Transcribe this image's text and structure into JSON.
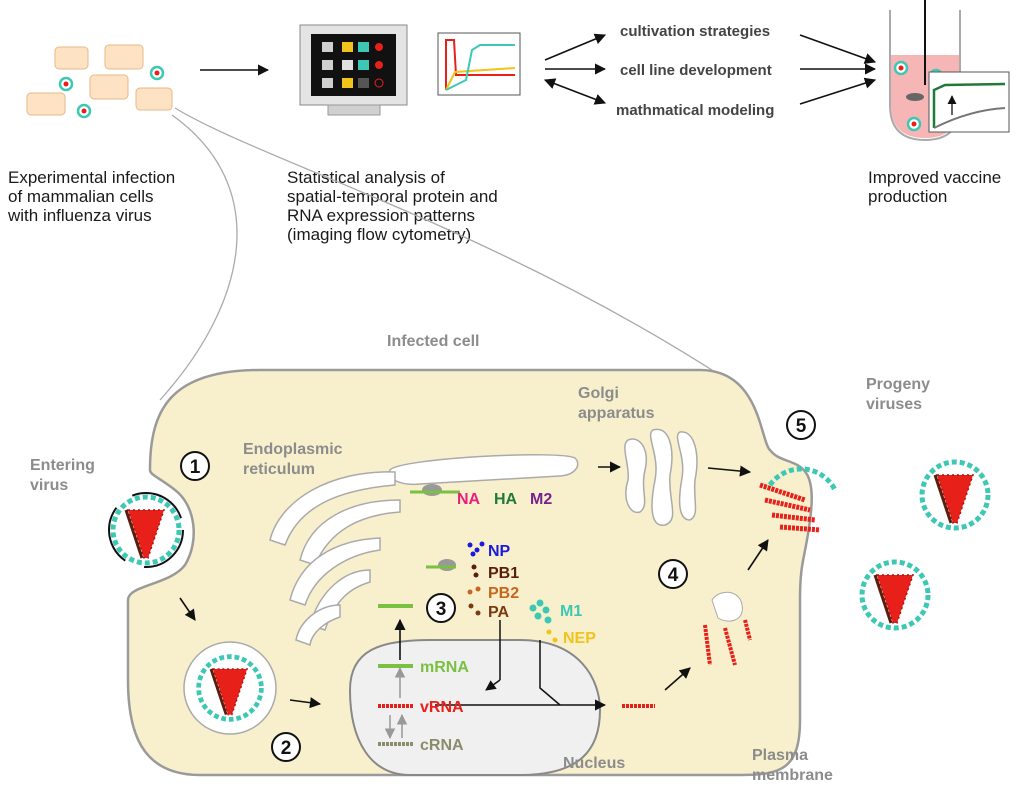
{
  "top": {
    "caption_infection": [
      "Experimental infection",
      "of mammalian cells",
      "with influenza virus"
    ],
    "caption_analysis": [
      "Statistical analysis of",
      "spatial-temporal protein and",
      "RNA expression patterns",
      "(imaging flow cytometry)"
    ],
    "caption_improved": [
      "Improved vaccine",
      "production"
    ],
    "strategies": [
      "cultivation strategies",
      "cell line development",
      "mathmatical modeling"
    ]
  },
  "cell": {
    "infected_cell": "Infected cell",
    "entering_virus": [
      "Entering",
      "virus"
    ],
    "er": [
      "Endoplasmic",
      "reticulum"
    ],
    "golgi": [
      "Golgi",
      "apparatus"
    ],
    "progeny": [
      "Progeny",
      "viruses"
    ],
    "nucleus": "Nucleus",
    "plasma_membrane": [
      "Plasma",
      "membrane"
    ]
  },
  "steps": [
    "1",
    "2",
    "3",
    "4",
    "5"
  ],
  "proteins": {
    "membrane": [
      {
        "label": "NA",
        "color": "#e8207a"
      },
      {
        "label": "HA",
        "color": "#1f7a3a"
      },
      {
        "label": "M2",
        "color": "#7a1f8c"
      }
    ],
    "np": {
      "label": "NP",
      "color": "#1a1adc"
    },
    "pb1": {
      "label": "PB1",
      "color": "#5a1e0e"
    },
    "pb2": {
      "label": "PB2",
      "color": "#c8661e"
    },
    "pa": {
      "label": "PA",
      "color": "#7a3a12"
    },
    "m1": {
      "label": "M1",
      "color": "#3cc8b4"
    },
    "nep": {
      "label": "NEP",
      "color": "#f2c318"
    }
  },
  "rna": [
    {
      "label": "mRNA",
      "color": "#7ac142"
    },
    {
      "label": "vRNA",
      "color": "#e8201a"
    },
    {
      "label": "cRNA",
      "color": "#8a8c6c"
    }
  ],
  "colors": {
    "cell_fill": "#f8f0cc",
    "cell_outline": "#9a9a9a",
    "nucleus_fill": "#f0f0f0",
    "vrna": "#e8201a",
    "m1_teal": "#3cc8b4"
  }
}
